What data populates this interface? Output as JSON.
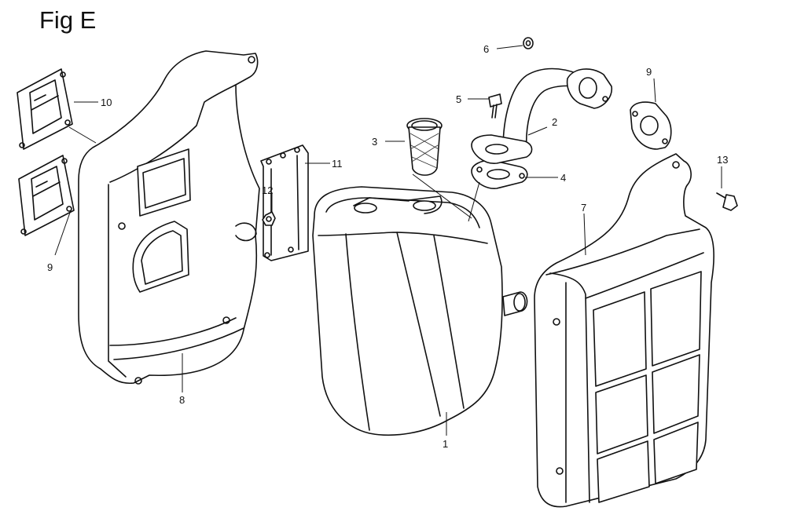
{
  "figure": {
    "title": "Fig E"
  },
  "callouts": [
    "1",
    "2",
    "3",
    "4",
    "5",
    "6",
    "7",
    "8",
    "9",
    "9",
    "10",
    "11",
    "12",
    "13"
  ],
  "colors": {
    "ink": "#111111",
    "paper": "#ffffff"
  }
}
